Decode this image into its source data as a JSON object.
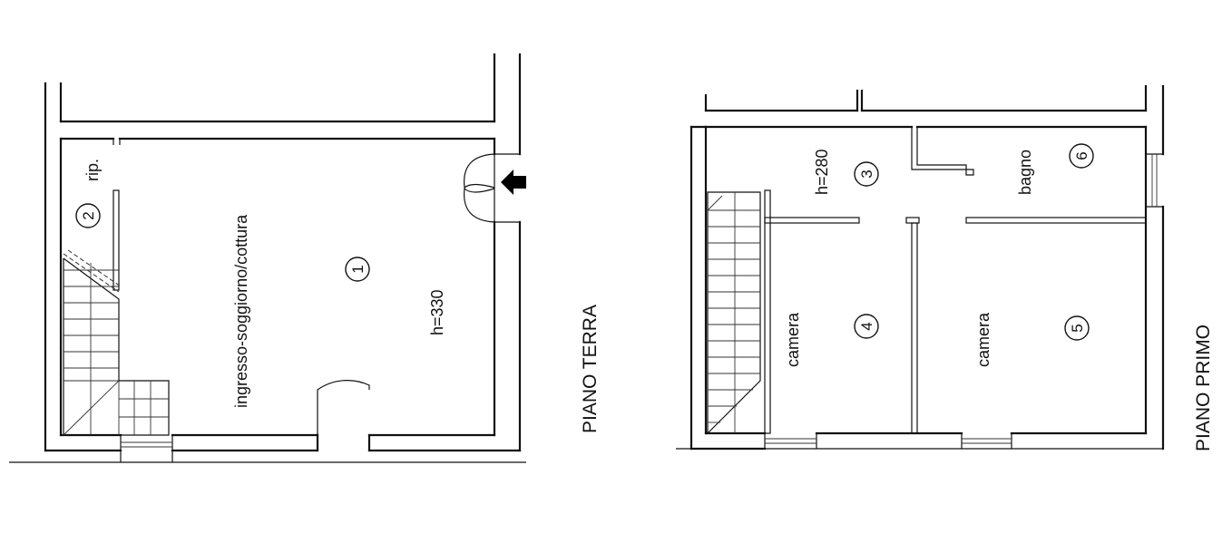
{
  "ground_floor": {
    "title": "PIANO TERRA",
    "room_main_label": "ingresso-soggiorno/cottura",
    "room_main_number": "1",
    "room_main_height": "h=330",
    "storage_label": "rip.",
    "storage_number": "2"
  },
  "first_floor": {
    "title": "PIANO PRIMO",
    "landing_height": "h=280",
    "landing_number": "3",
    "bedroom_a_label": "camera",
    "bedroom_a_number": "4",
    "bedroom_b_label": "camera",
    "bedroom_b_number": "5",
    "bathroom_label": "bagno",
    "bathroom_number": "6"
  },
  "icons": {
    "entrance": "entrance-arrow-icon"
  }
}
